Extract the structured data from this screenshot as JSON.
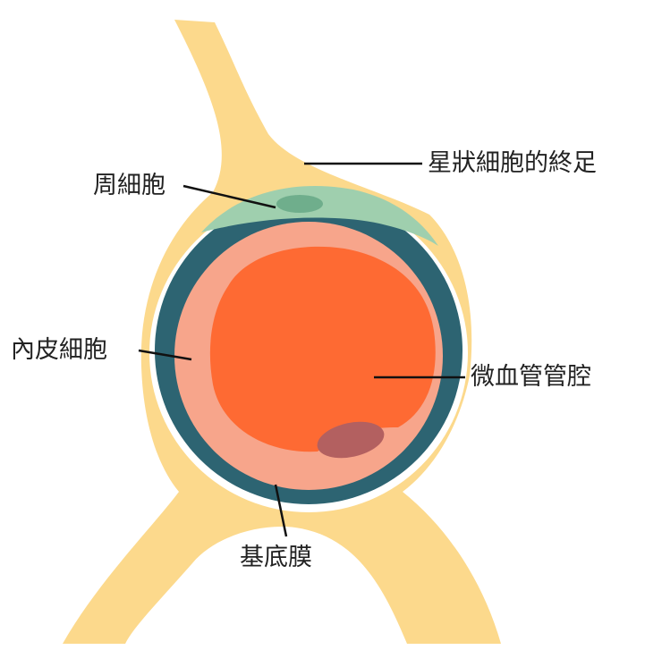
{
  "labels": {
    "astrocyte_endfoot": "星狀細胞的終足",
    "pericyte": "周細胞",
    "endothelial_cell": "內皮細胞",
    "capillary_lumen": "微血管管腔",
    "basement_membrane": "基底膜"
  },
  "colors": {
    "astrocyte": "#fcd98c",
    "pericyte_cell": "#9fcfae",
    "pericyte_nucleus": "#6fae8c",
    "basement_membrane": "#2d6472",
    "endothelium": "#f7a58b",
    "lumen": "#fe6a33",
    "endothelial_nucleus": "#b36060",
    "leader_line": "#111111",
    "text": "#222222"
  }
}
